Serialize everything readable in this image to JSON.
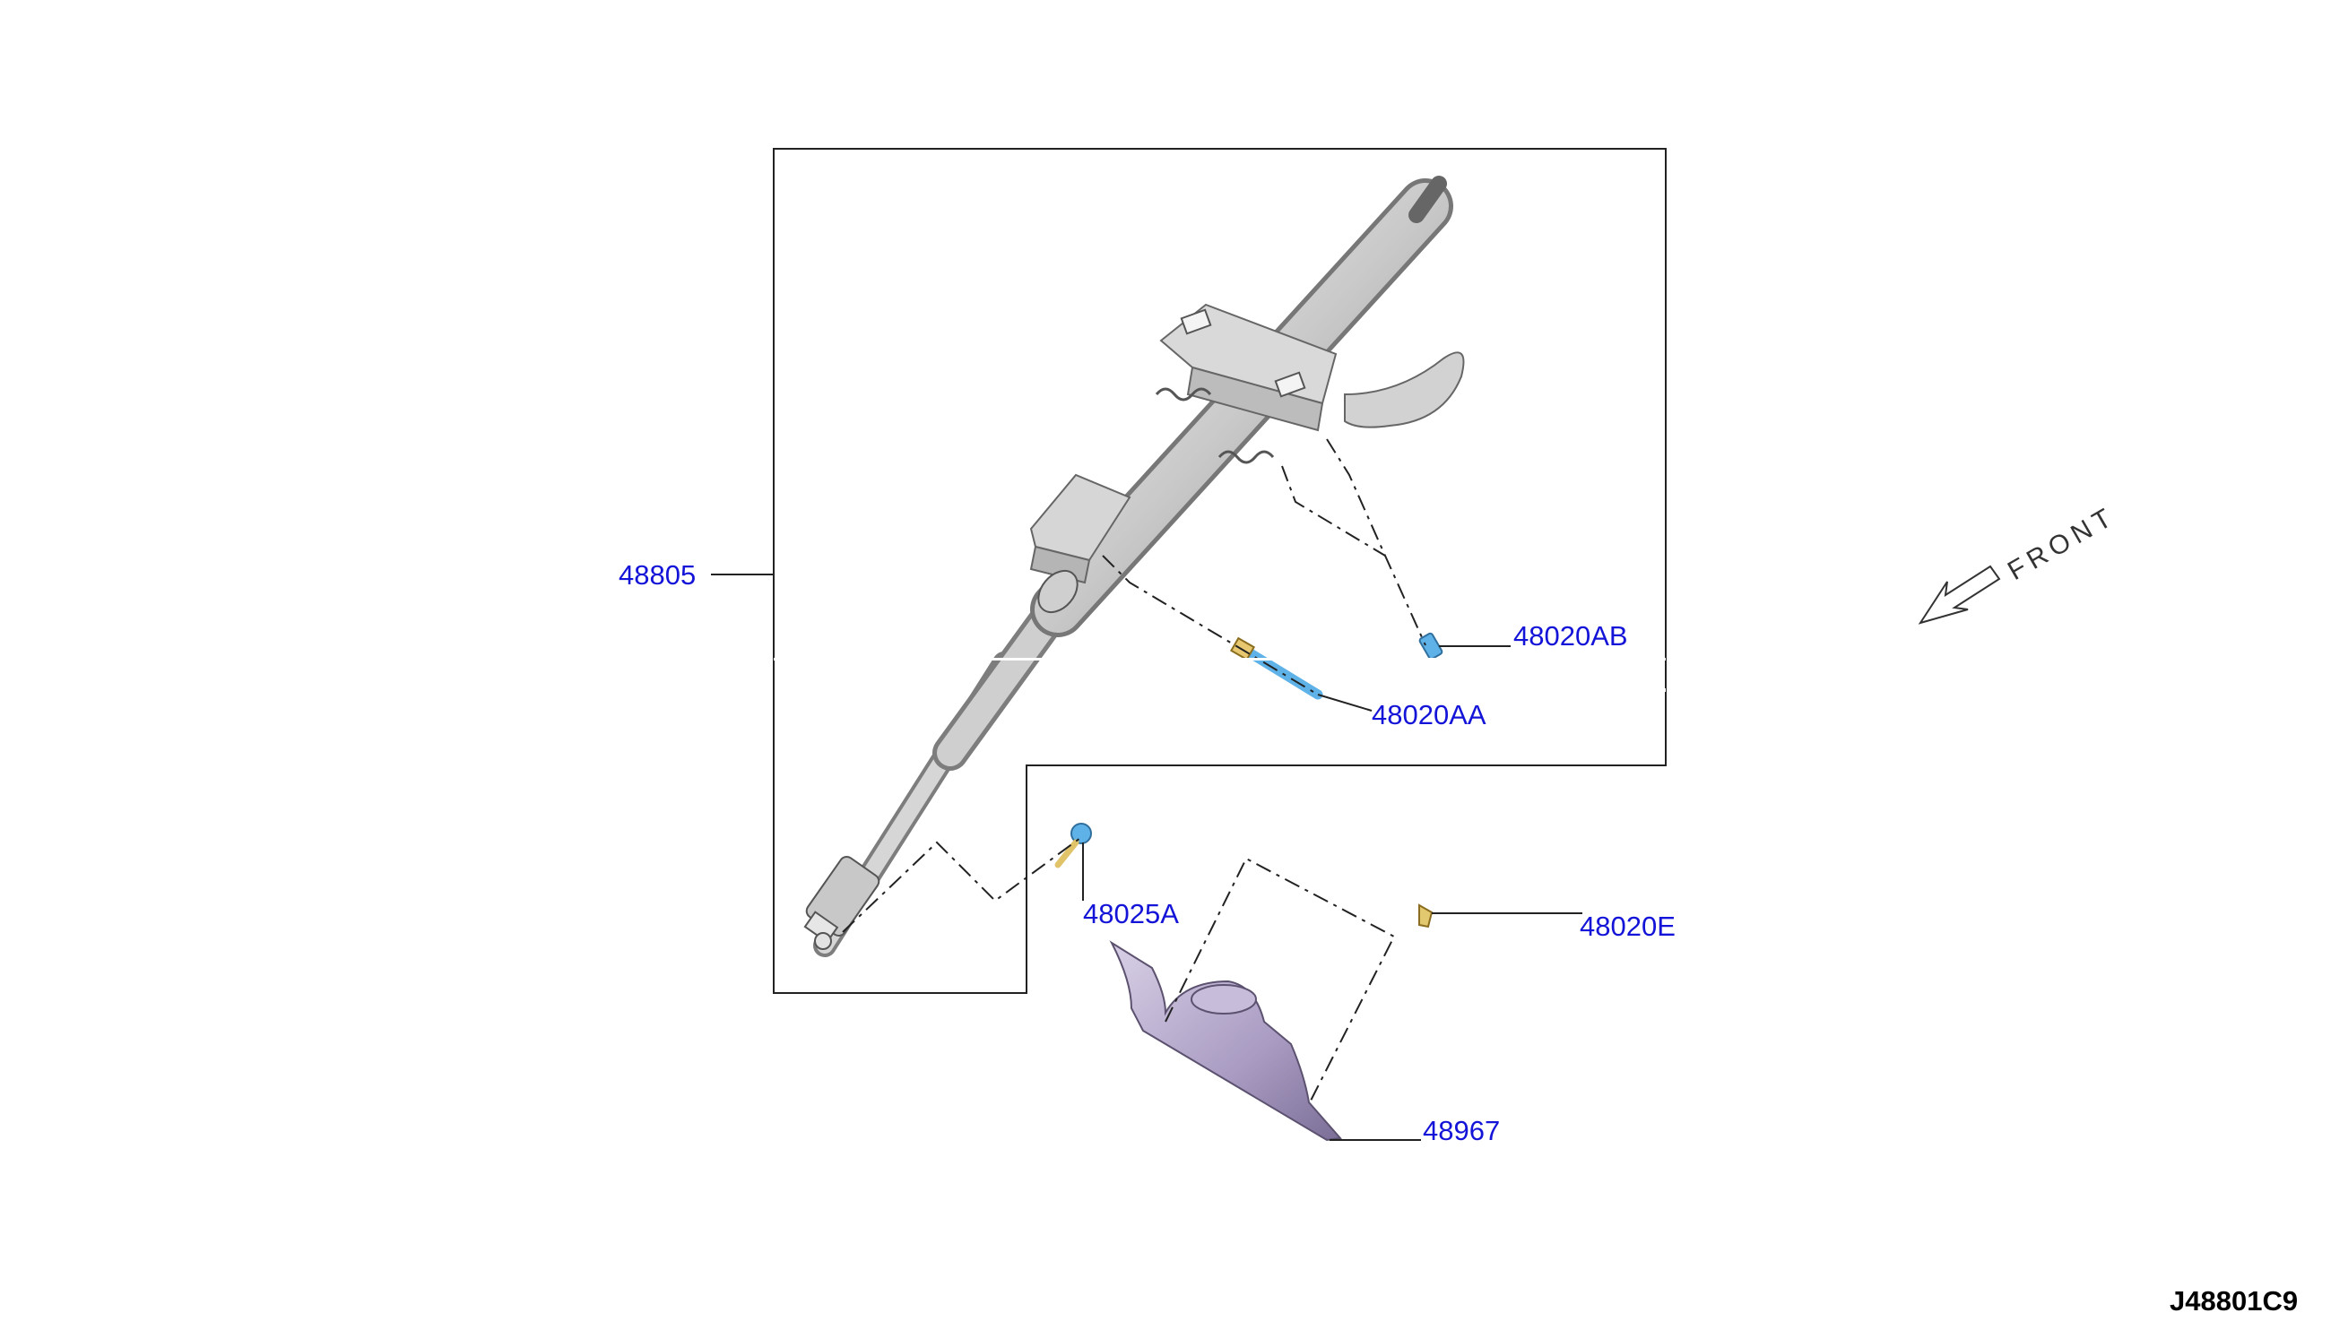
{
  "diagram": {
    "code": "J48801C9",
    "front_label": "FRONT",
    "parts": [
      {
        "id": "48805",
        "name": "steering-column-assembly"
      },
      {
        "id": "48020AB",
        "name": "bolt-upper"
      },
      {
        "id": "48020AA",
        "name": "bolt-lower"
      },
      {
        "id": "48025A",
        "name": "bolt-joint"
      },
      {
        "id": "48020E",
        "name": "clip"
      },
      {
        "id": "48967",
        "name": "column-hole-cover"
      }
    ]
  },
  "colors": {
    "label": "#1414d8",
    "frame": "#222222",
    "column_fill": "#dcdcdc",
    "cover_fill": "#b4a9c9",
    "fastener": "#5fb2e8"
  }
}
